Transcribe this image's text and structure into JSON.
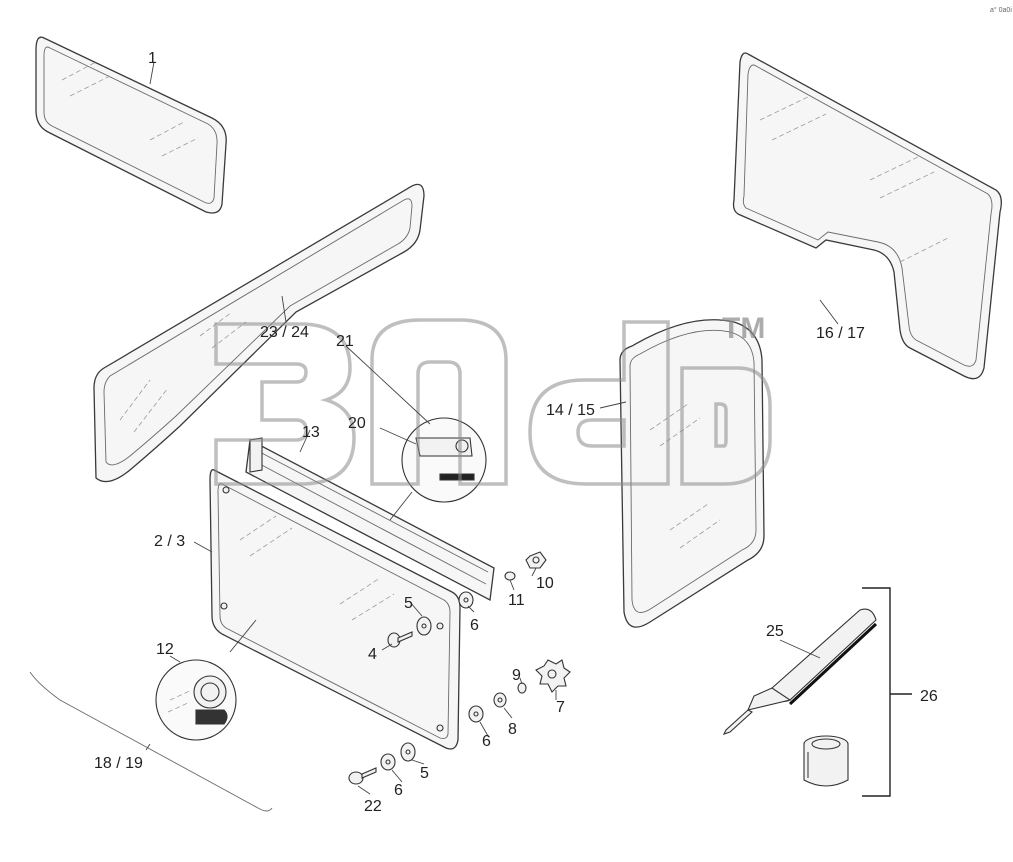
{
  "figure_code": "a° 0a0i",
  "watermark": {
    "tm": "TM"
  },
  "callouts": {
    "c1": "1",
    "c16_17": "16 / 17",
    "c23_24": "23 / 24",
    "c21": "21",
    "c20": "20",
    "c13": "13",
    "c14_15": "14 / 15",
    "c2_3": "2 / 3",
    "c10": "10",
    "c11": "11",
    "c5a": "5",
    "c6a": "6",
    "c4": "4",
    "c12": "12",
    "c9": "9",
    "c7": "7",
    "c8": "8",
    "c6b": "6",
    "c5b": "5",
    "c18_19": "18 / 19",
    "c6c": "6",
    "c22": "22",
    "c25": "25",
    "c26": "26"
  }
}
